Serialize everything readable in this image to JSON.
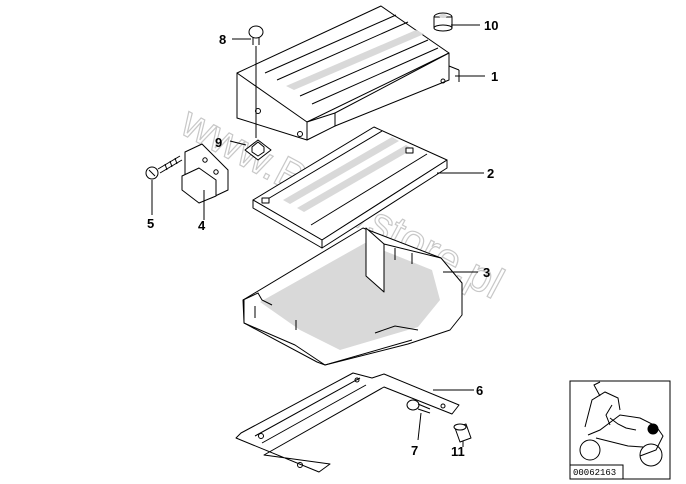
{
  "callouts": [
    "1",
    "2",
    "3",
    "4",
    "5",
    "6",
    "7",
    "8",
    "9",
    "10",
    "11"
  ],
  "watermark": "www.BMWstore.pl",
  "reference_number": "00062163",
  "colors": {
    "line": "#000000",
    "watermark": "#c8c8c8",
    "shade": "#d9d9d9",
    "highlight_dot": "#000000"
  }
}
